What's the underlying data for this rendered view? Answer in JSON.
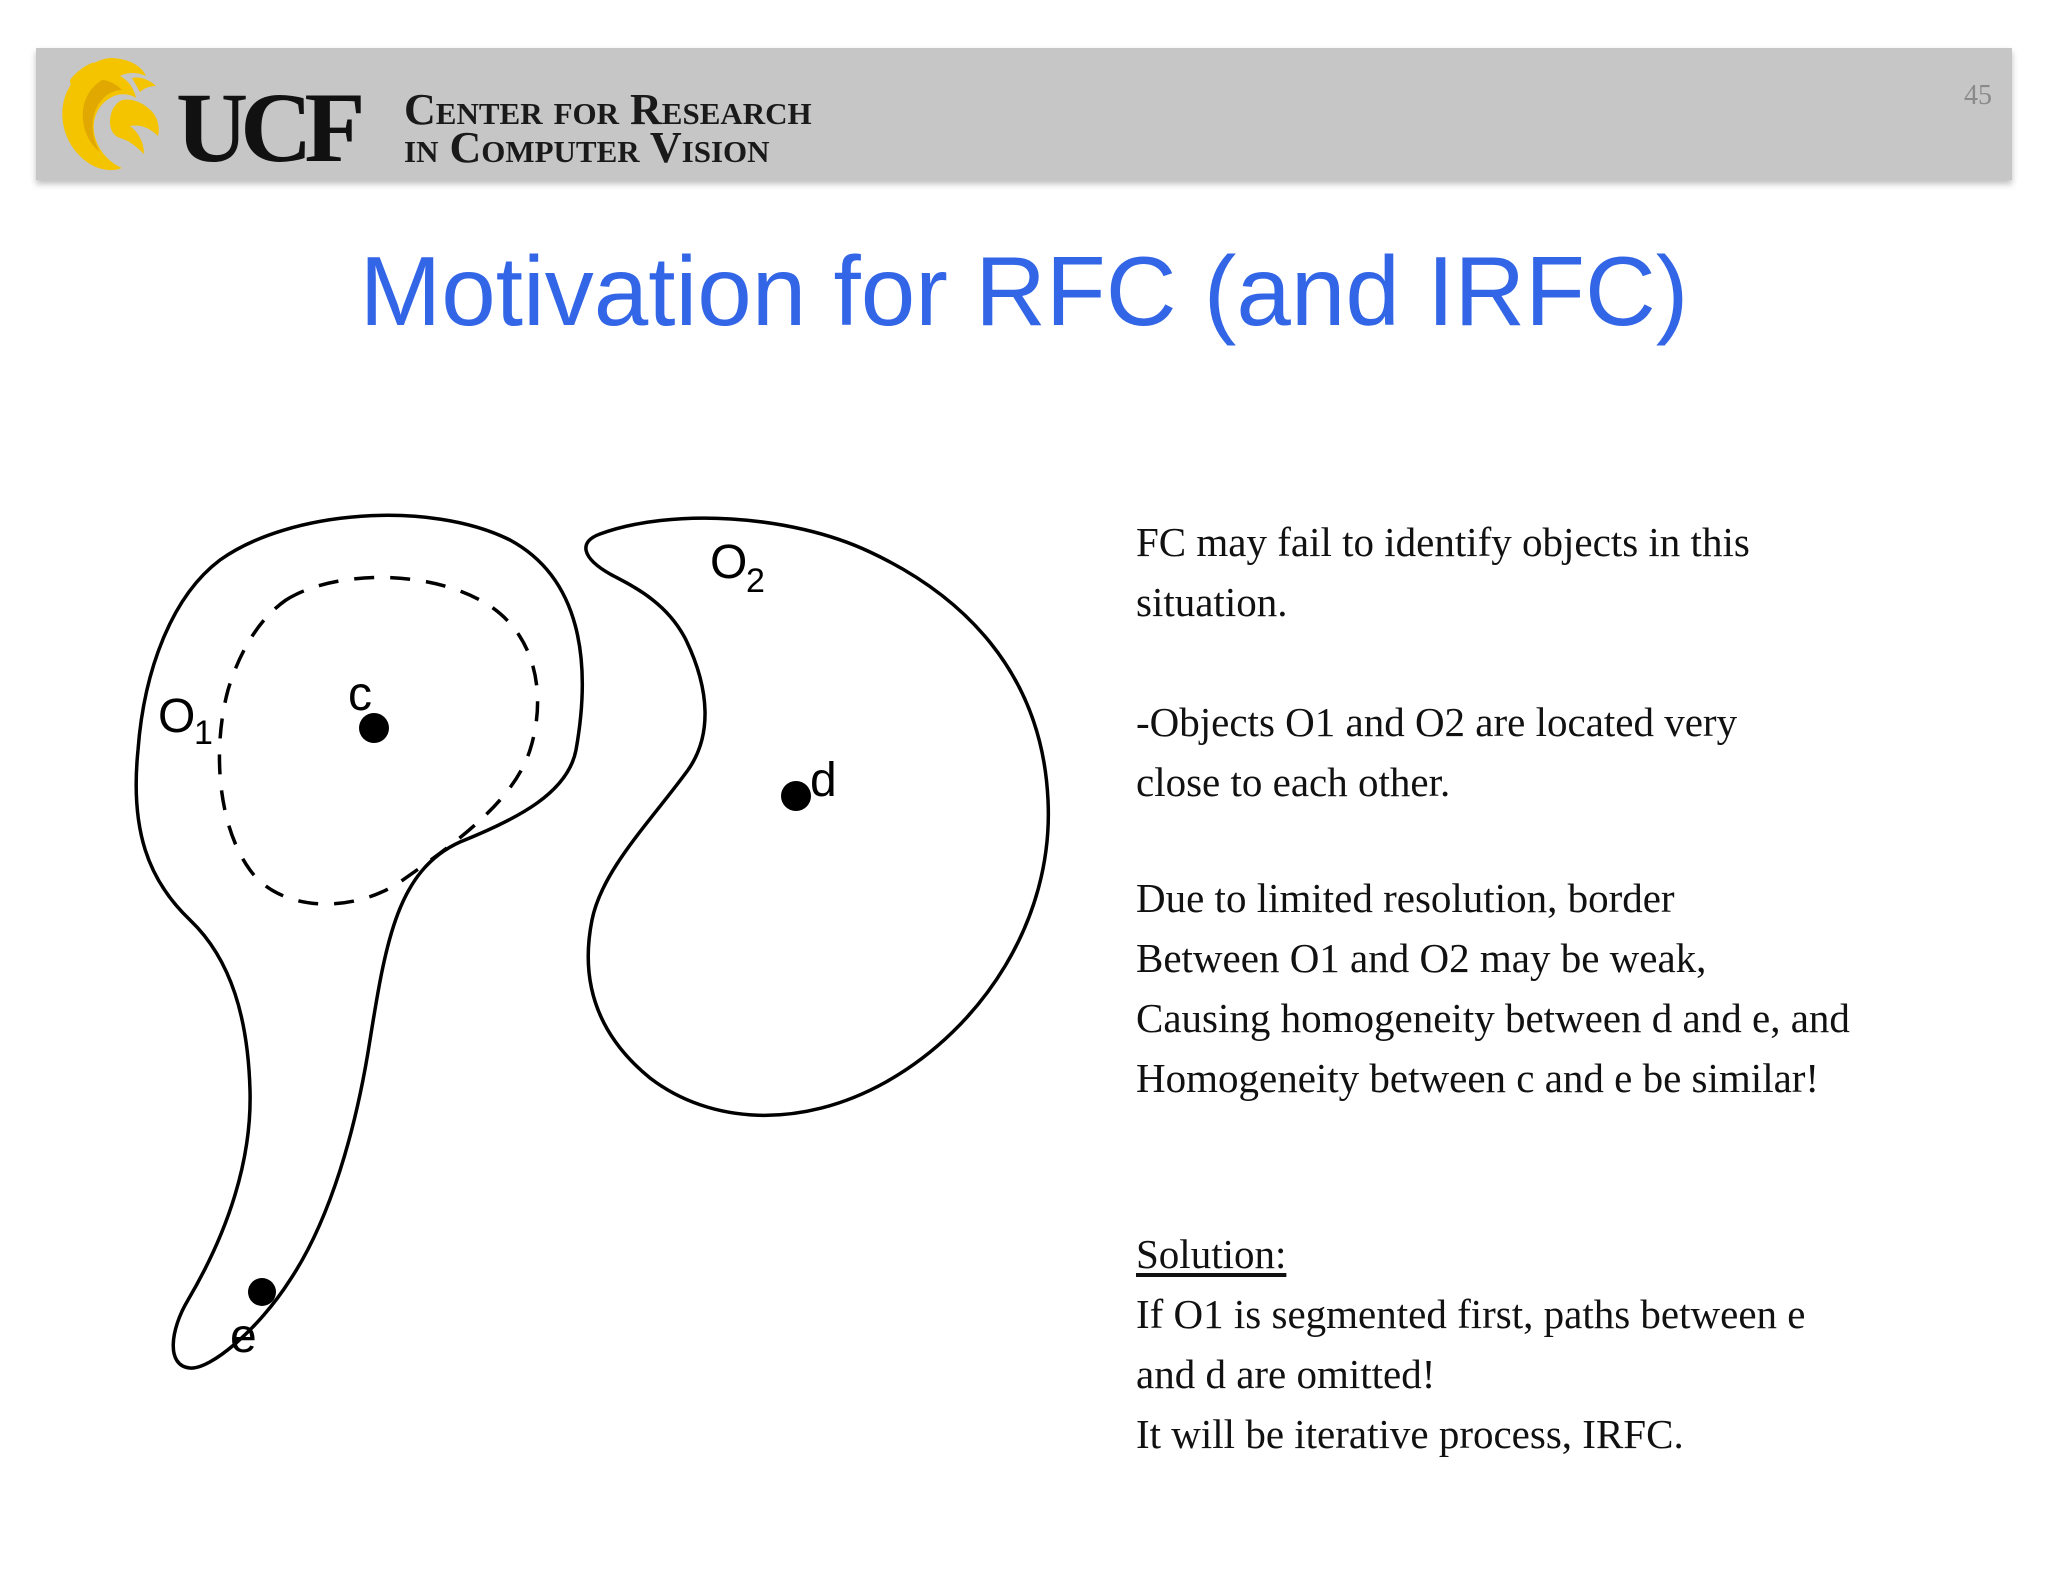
{
  "header": {
    "logo_text": "UCF",
    "org_line1": "Center for Research",
    "org_line2": "in Computer Vision",
    "slide_number": "45",
    "brand_color": "#f5c400"
  },
  "title": "Motivation for RFC (and IRFC)",
  "title_color": "#3366e6",
  "diagram": {
    "label_o1": "O",
    "label_o1_sub": "1",
    "label_o2": "O",
    "label_o2_sub": "2",
    "point_c": "c",
    "point_d": "d",
    "point_e": "e"
  },
  "body": {
    "p1": [
      "FC may fail to identify objects in this",
      "situation."
    ],
    "p2": [
      "-Objects O1 and O2 are located very",
      "close to each other."
    ],
    "p3": [
      "Due to limited resolution, border",
      "Between O1 and O2 may be weak,",
      "Causing homogeneity between d and e, and",
      "Homogeneity between c and e be similar!"
    ],
    "solution_heading": "Solution:",
    "solution": [
      "If O1 is segmented first, paths between e",
      "and d are omitted!",
      "It will be iterative process, IRFC."
    ]
  }
}
